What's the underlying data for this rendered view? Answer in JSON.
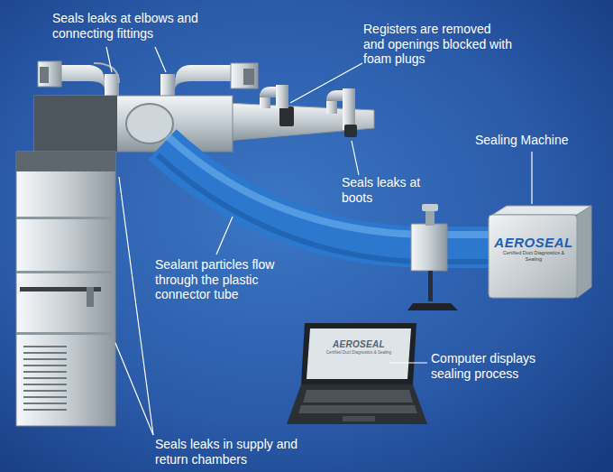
{
  "diagram": {
    "nodes": [
      {
        "text": [
          "AEROSEAL",
          "Certified Duct Diagnostics & Sealing"
        ]
      },
      {
        "text": [
          "AEROSEAL",
          "Certified Duct Diagnostics & Sealing"
        ]
      }
    ],
    "labels": [
      "Seals leaks at elbows and connecting fittings",
      "Registers are removed and openings blocked with foam plugs",
      "Sealing Machine",
      "Seals leaks at boots",
      "Sealant particles flow through the plastic connector tube",
      "Computer displays sealing process",
      "Seals leaks in supply and return chambers"
    ]
  }
}
